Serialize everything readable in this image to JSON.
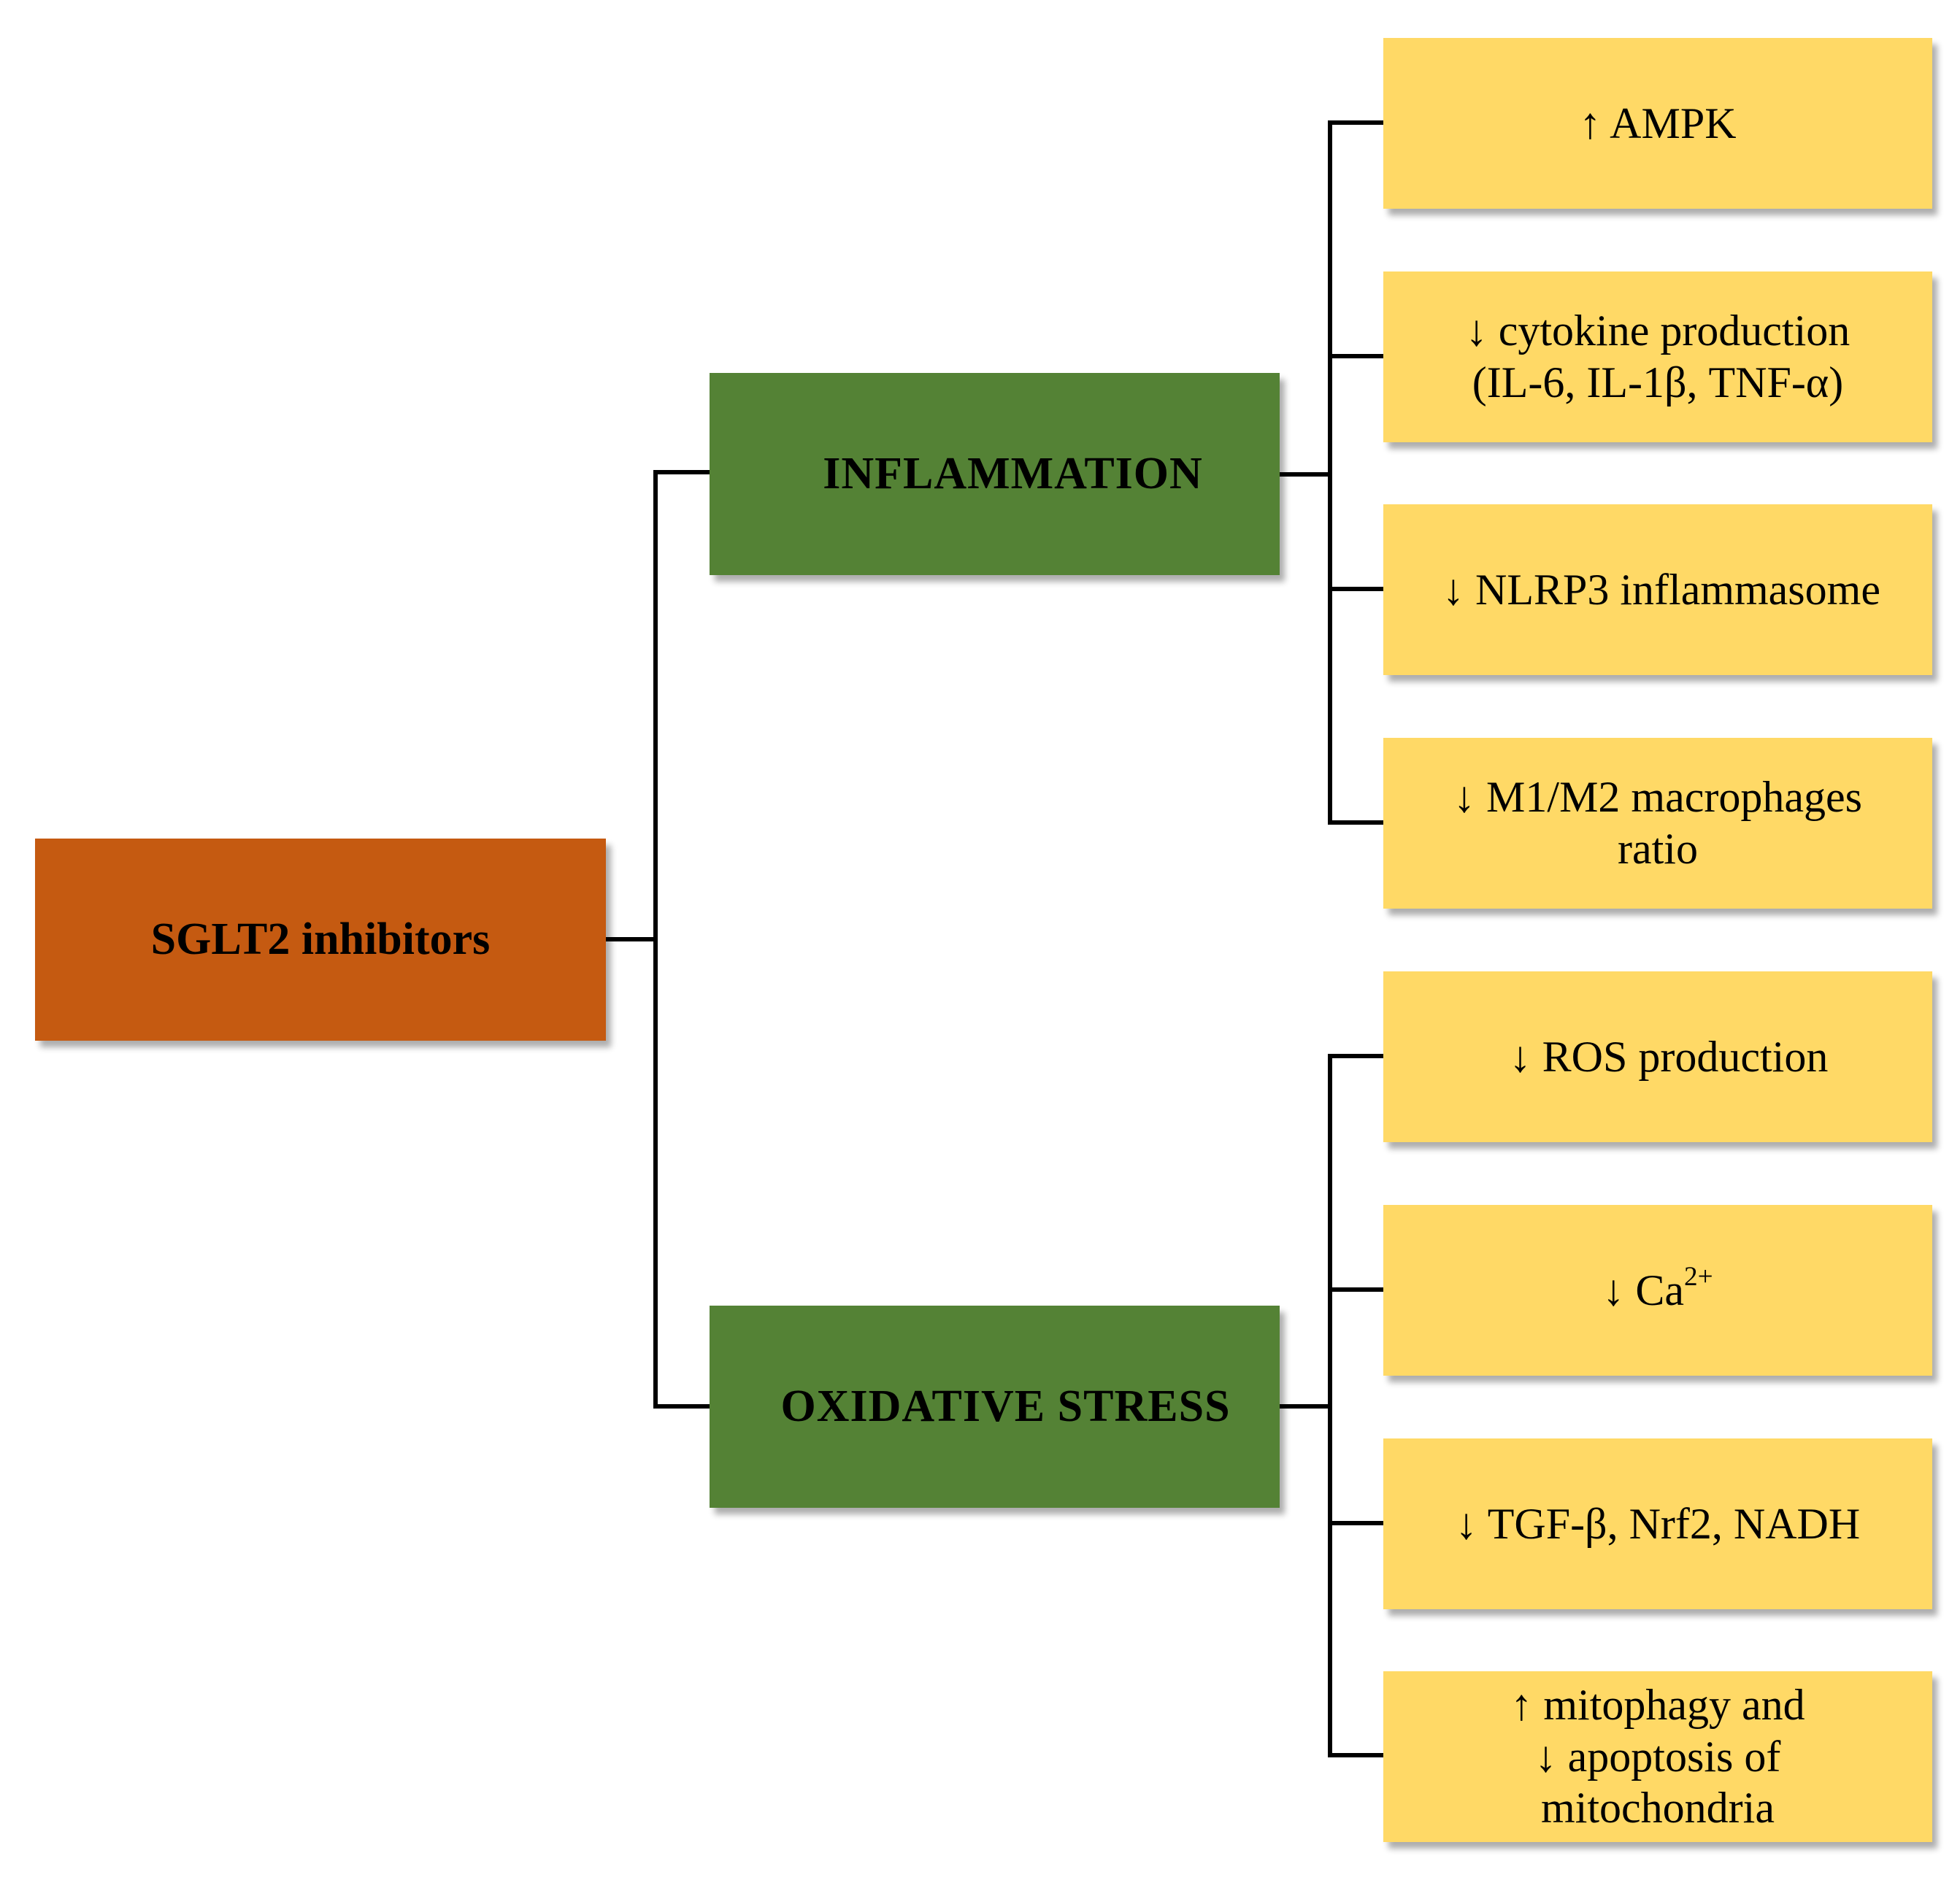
{
  "root": {
    "label": "SGLT2 inhibitors"
  },
  "branches": [
    {
      "label": "INFLAMMATION",
      "effects": [
        {
          "lines": [
            "↑ AMPK"
          ]
        },
        {
          "lines": [
            "↓ cytokine production",
            "(IL-6, IL-1β, TNF-α)"
          ]
        },
        {
          "lines": [
            "↓ NLRP3 inflammasome"
          ]
        },
        {
          "lines": [
            "↓ M1/M2 macrophages",
            "ratio"
          ]
        }
      ]
    },
    {
      "label": "OXIDATIVE STRESS",
      "effects": [
        {
          "lines": [
            "↓ ROS production"
          ]
        },
        {
          "base": "↓ Ca",
          "sup": "2+"
        },
        {
          "lines": [
            "↓ TGF-β, Nrf2, NADH"
          ]
        },
        {
          "lines": [
            "↑ mitophagy and",
            "↓ apoptosis of",
            "mitochondria"
          ]
        }
      ]
    }
  ],
  "colors": {
    "root": "#c55a11",
    "branch": "#548235",
    "effect": "#ffd966",
    "connector": "#000000"
  }
}
